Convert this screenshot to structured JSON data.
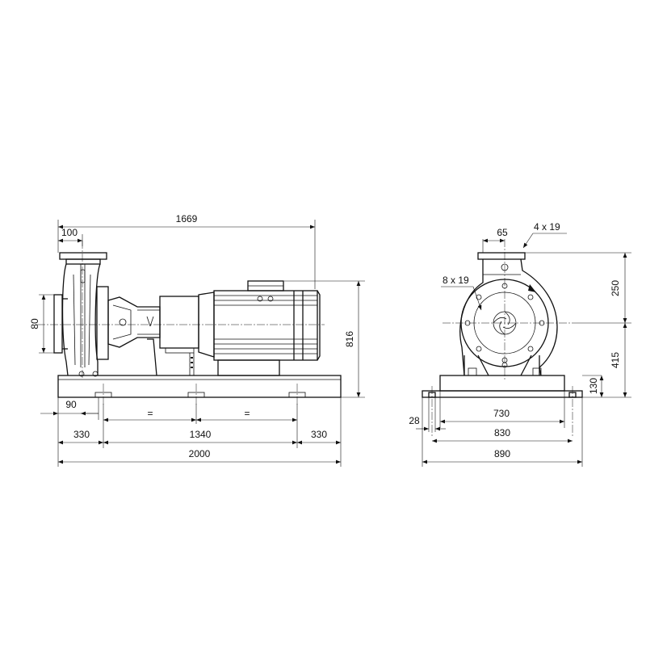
{
  "side_view": {
    "overall_length": "1669",
    "flange_offset": "100",
    "suction_dn": "80",
    "height": "816",
    "edge_offset": "90",
    "left_margin": "330",
    "mid_span": "1340",
    "right_margin": "330",
    "equal_left": "=",
    "equal_right": "=",
    "base_length": "2000"
  },
  "front_view": {
    "discharge_dn": "65",
    "discharge_bolts": "4 x 19",
    "suction_bolts": "8 x 19",
    "upper_height": "250",
    "shaft_height": "415",
    "base_height": "130",
    "inner_width": "730",
    "slot_offset": "28",
    "hole_width": "830",
    "base_width": "890"
  }
}
